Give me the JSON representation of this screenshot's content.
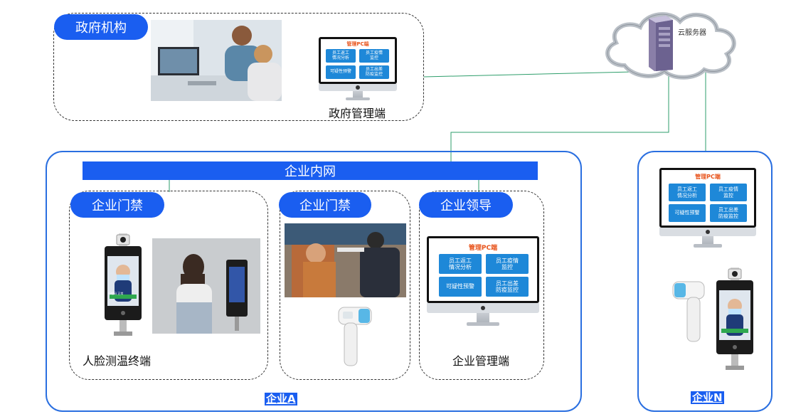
{
  "government": {
    "label": "政府机构",
    "pc_caption": "政府管理端"
  },
  "cloud": {
    "label": "云服务器"
  },
  "enterprise_a": {
    "intranet_label": "企业内网",
    "sections": [
      {
        "pill": "企业门禁",
        "caption": "人脸测温终端"
      },
      {
        "pill": "企业门禁",
        "caption": ""
      },
      {
        "pill": "企业领导",
        "caption": "企业管理端"
      }
    ],
    "name": "企业A"
  },
  "enterprise_n": {
    "name": "企业N"
  },
  "pc_screen": {
    "title": "管理PC端",
    "tiles": [
      "员工返工\n情况分析",
      "员工疫情\n监控",
      "可疑性预警",
      "员工出差\n防疫监控"
    ]
  },
  "device": {
    "badge": "行程码 正常"
  },
  "colors": {
    "accent": "#1a5ef0",
    "connector": "#2e9e6b",
    "tile": "#1e88d8",
    "screen_title": "#e8541c"
  }
}
